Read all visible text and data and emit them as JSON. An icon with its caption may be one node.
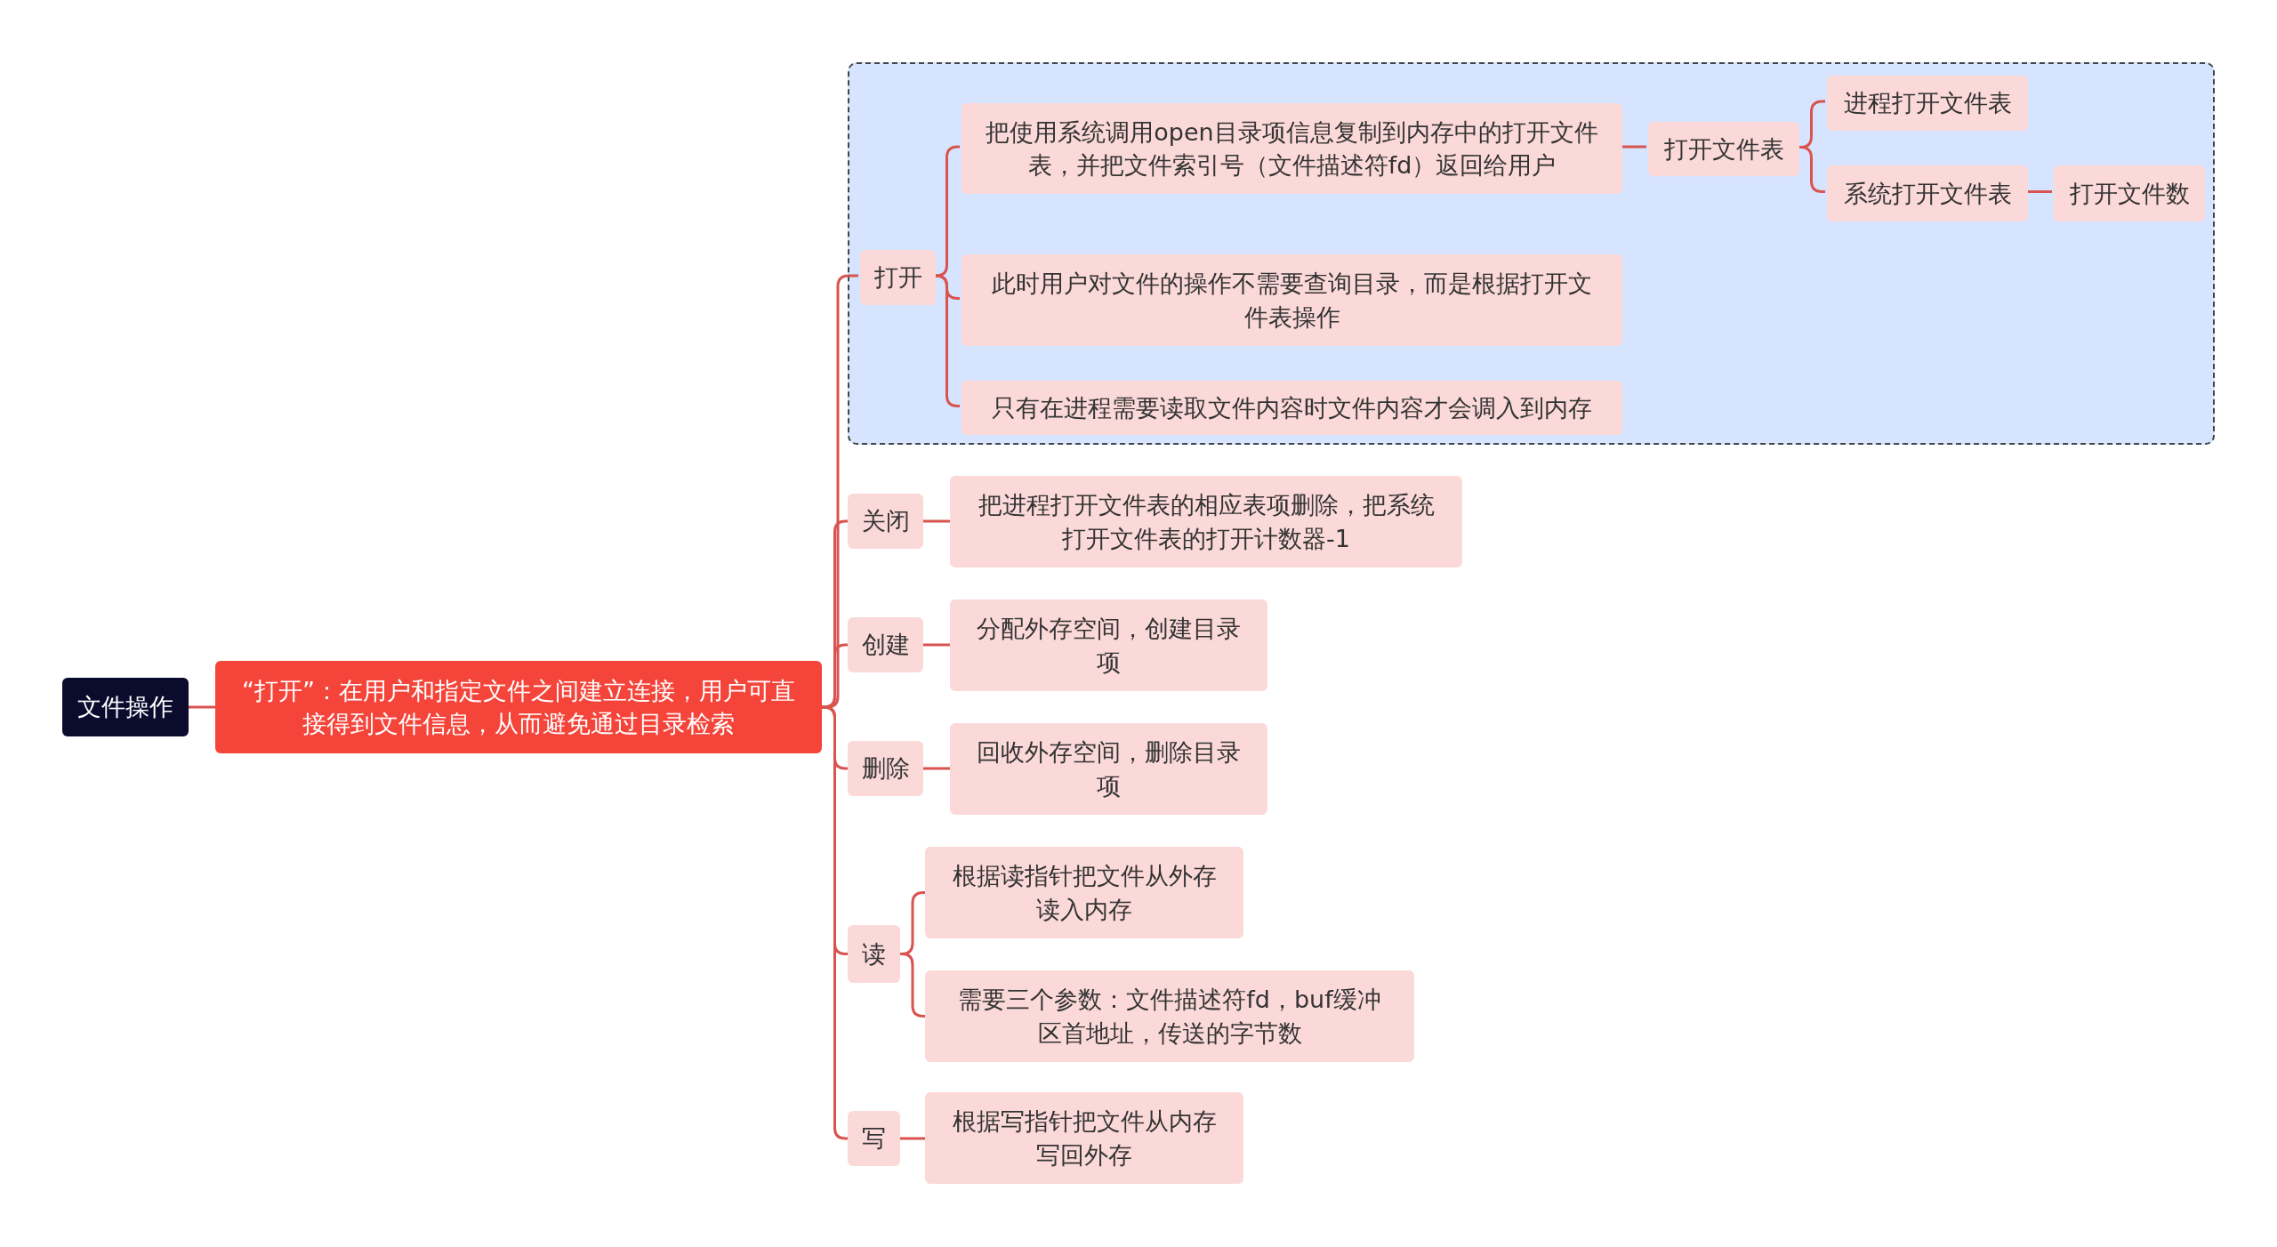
{
  "diagram": {
    "nodes": [
      {
        "text": [
          "文件操作"
        ]
      },
      {
        "text": [
          "“打开”：在用户和指定文件之间建立连接，用户可直接得到文件信息，从而避免通过目录检索"
        ]
      },
      {
        "text": [],
        "shape": "box"
      },
      {
        "text": [
          "打开"
        ],
        "in": 2
      },
      {
        "text": [
          "把使用系统调用open目录项信息复制到内存中的打开文件表，并把文件索引号（文件描述符fd）返回给用户"
        ],
        "in": 2
      },
      {
        "text": [
          "打开文件表"
        ],
        "in": 2
      },
      {
        "text": [
          "进程打开文件表"
        ],
        "in": 2
      },
      {
        "text": [
          "系统打开文件表"
        ],
        "in": 2
      },
      {
        "text": [
          "打开文件数"
        ],
        "in": 2
      },
      {
        "text": [
          "此时用户对文件的操作不需要查询目录，而是根据打开文件表操作"
        ],
        "in": 2
      },
      {
        "text": [
          "只有在进程需要读取文件内容时文件内容才会调入到内存"
        ],
        "in": 2
      },
      {
        "text": [
          "关闭"
        ]
      },
      {
        "text": [
          "把进程打开文件表的相应表项删除，把系统打开文件表的打开计数器-1"
        ]
      },
      {
        "text": [
          "创建"
        ]
      },
      {
        "text": [
          "分配外存空间，创建目录项"
        ]
      },
      {
        "text": [
          "删除"
        ]
      },
      {
        "text": [
          "回收外存空间，删除目录项"
        ]
      },
      {
        "text": [
          "读"
        ]
      },
      {
        "text": [
          "根据读指针把文件从外存读入内存"
        ]
      },
      {
        "text": [
          "需要三个参数：文件描述符fd，buf缓冲区首地址，传送的字节数"
        ]
      },
      {
        "text": [
          "写"
        ]
      },
      {
        "text": [
          "根据写指针把文件从内存写回外存"
        ]
      }
    ],
    "edges": [
      {
        "from": 0,
        "to": 1,
        "arrow": "none"
      },
      {
        "from": 1,
        "to": 3,
        "arrow": "none"
      },
      {
        "from": 3,
        "to": 4,
        "arrow": "none"
      },
      {
        "from": 4,
        "to": 5,
        "arrow": "none"
      },
      {
        "from": 5,
        "to": 6,
        "arrow": "none"
      },
      {
        "from": 5,
        "to": 7,
        "arrow": "none"
      },
      {
        "from": 7,
        "to": 8,
        "arrow": "none"
      },
      {
        "from": 3,
        "to": 9,
        "arrow": "none"
      },
      {
        "from": 3,
        "to": 10,
        "arrow": "none"
      },
      {
        "from": 1,
        "to": 11,
        "arrow": "none"
      },
      {
        "from": 11,
        "to": 12,
        "arrow": "none"
      },
      {
        "from": 1,
        "to": 13,
        "arrow": "none"
      },
      {
        "from": 13,
        "to": 14,
        "arrow": "none"
      },
      {
        "from": 1,
        "to": 15,
        "arrow": "none"
      },
      {
        "from": 15,
        "to": 16,
        "arrow": "none"
      },
      {
        "from": 1,
        "to": 17,
        "arrow": "none"
      },
      {
        "from": 17,
        "to": 18,
        "arrow": "none"
      },
      {
        "from": 17,
        "to": 19,
        "arrow": "none"
      },
      {
        "from": 1,
        "to": 20,
        "arrow": "none"
      },
      {
        "from": 20,
        "to": 21,
        "arrow": "none"
      }
    ]
  }
}
